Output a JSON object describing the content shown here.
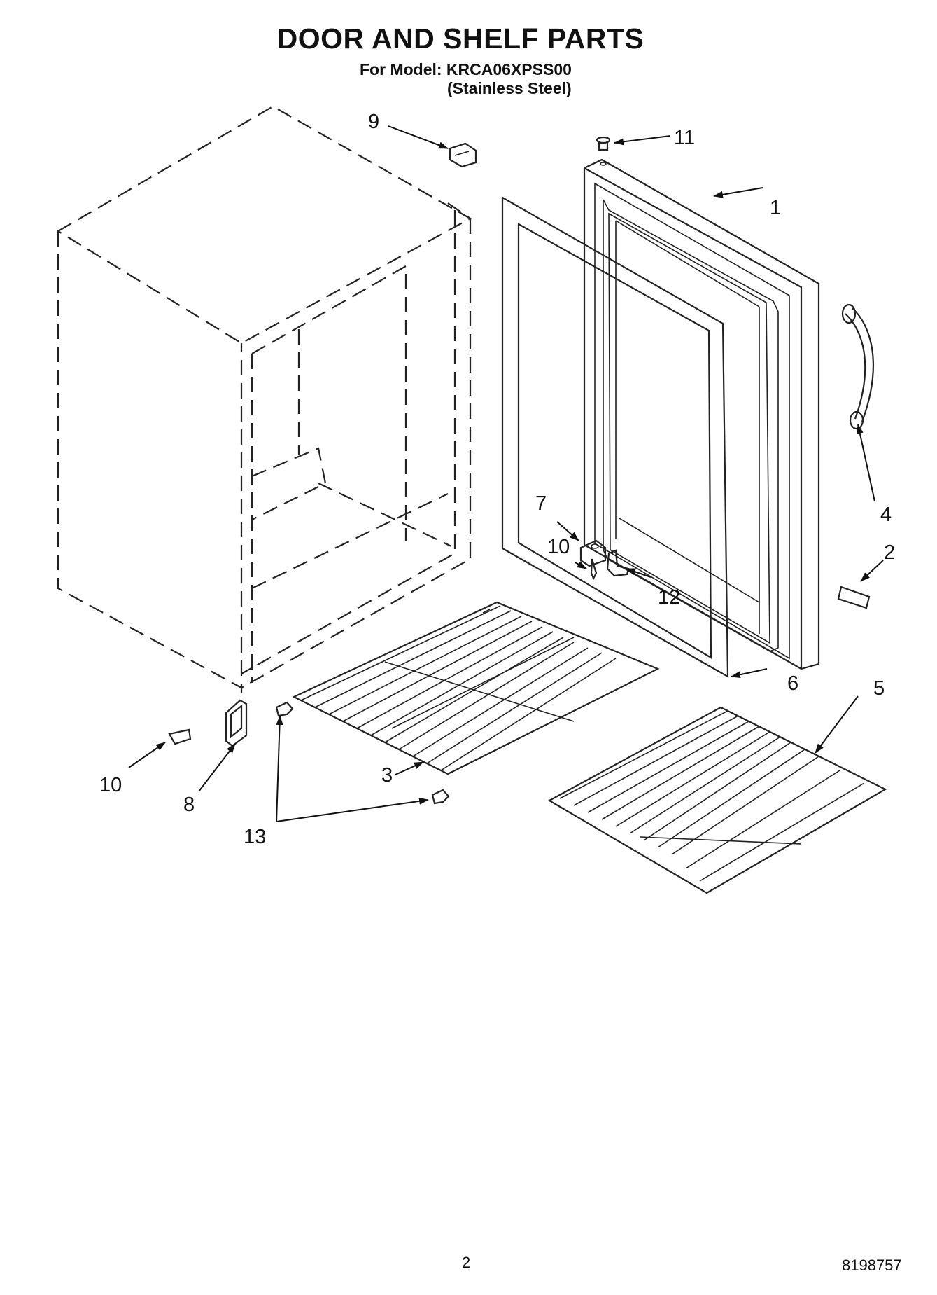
{
  "header": {
    "title": "DOOR AND SHELF PARTS",
    "model_line": "For Model: KRCA06XPSS00",
    "finish_line": "(Stainless Steel)"
  },
  "callouts": {
    "c1": "1",
    "c2": "2",
    "c3": "3",
    "c4": "4",
    "c5": "5",
    "c6": "6",
    "c7": "7",
    "c8": "8",
    "c9": "9",
    "c10a": "10",
    "c10b": "10",
    "c11": "11",
    "c12": "12",
    "c13": "13"
  },
  "footer": {
    "page_number": "2",
    "document_number": "8198757"
  }
}
